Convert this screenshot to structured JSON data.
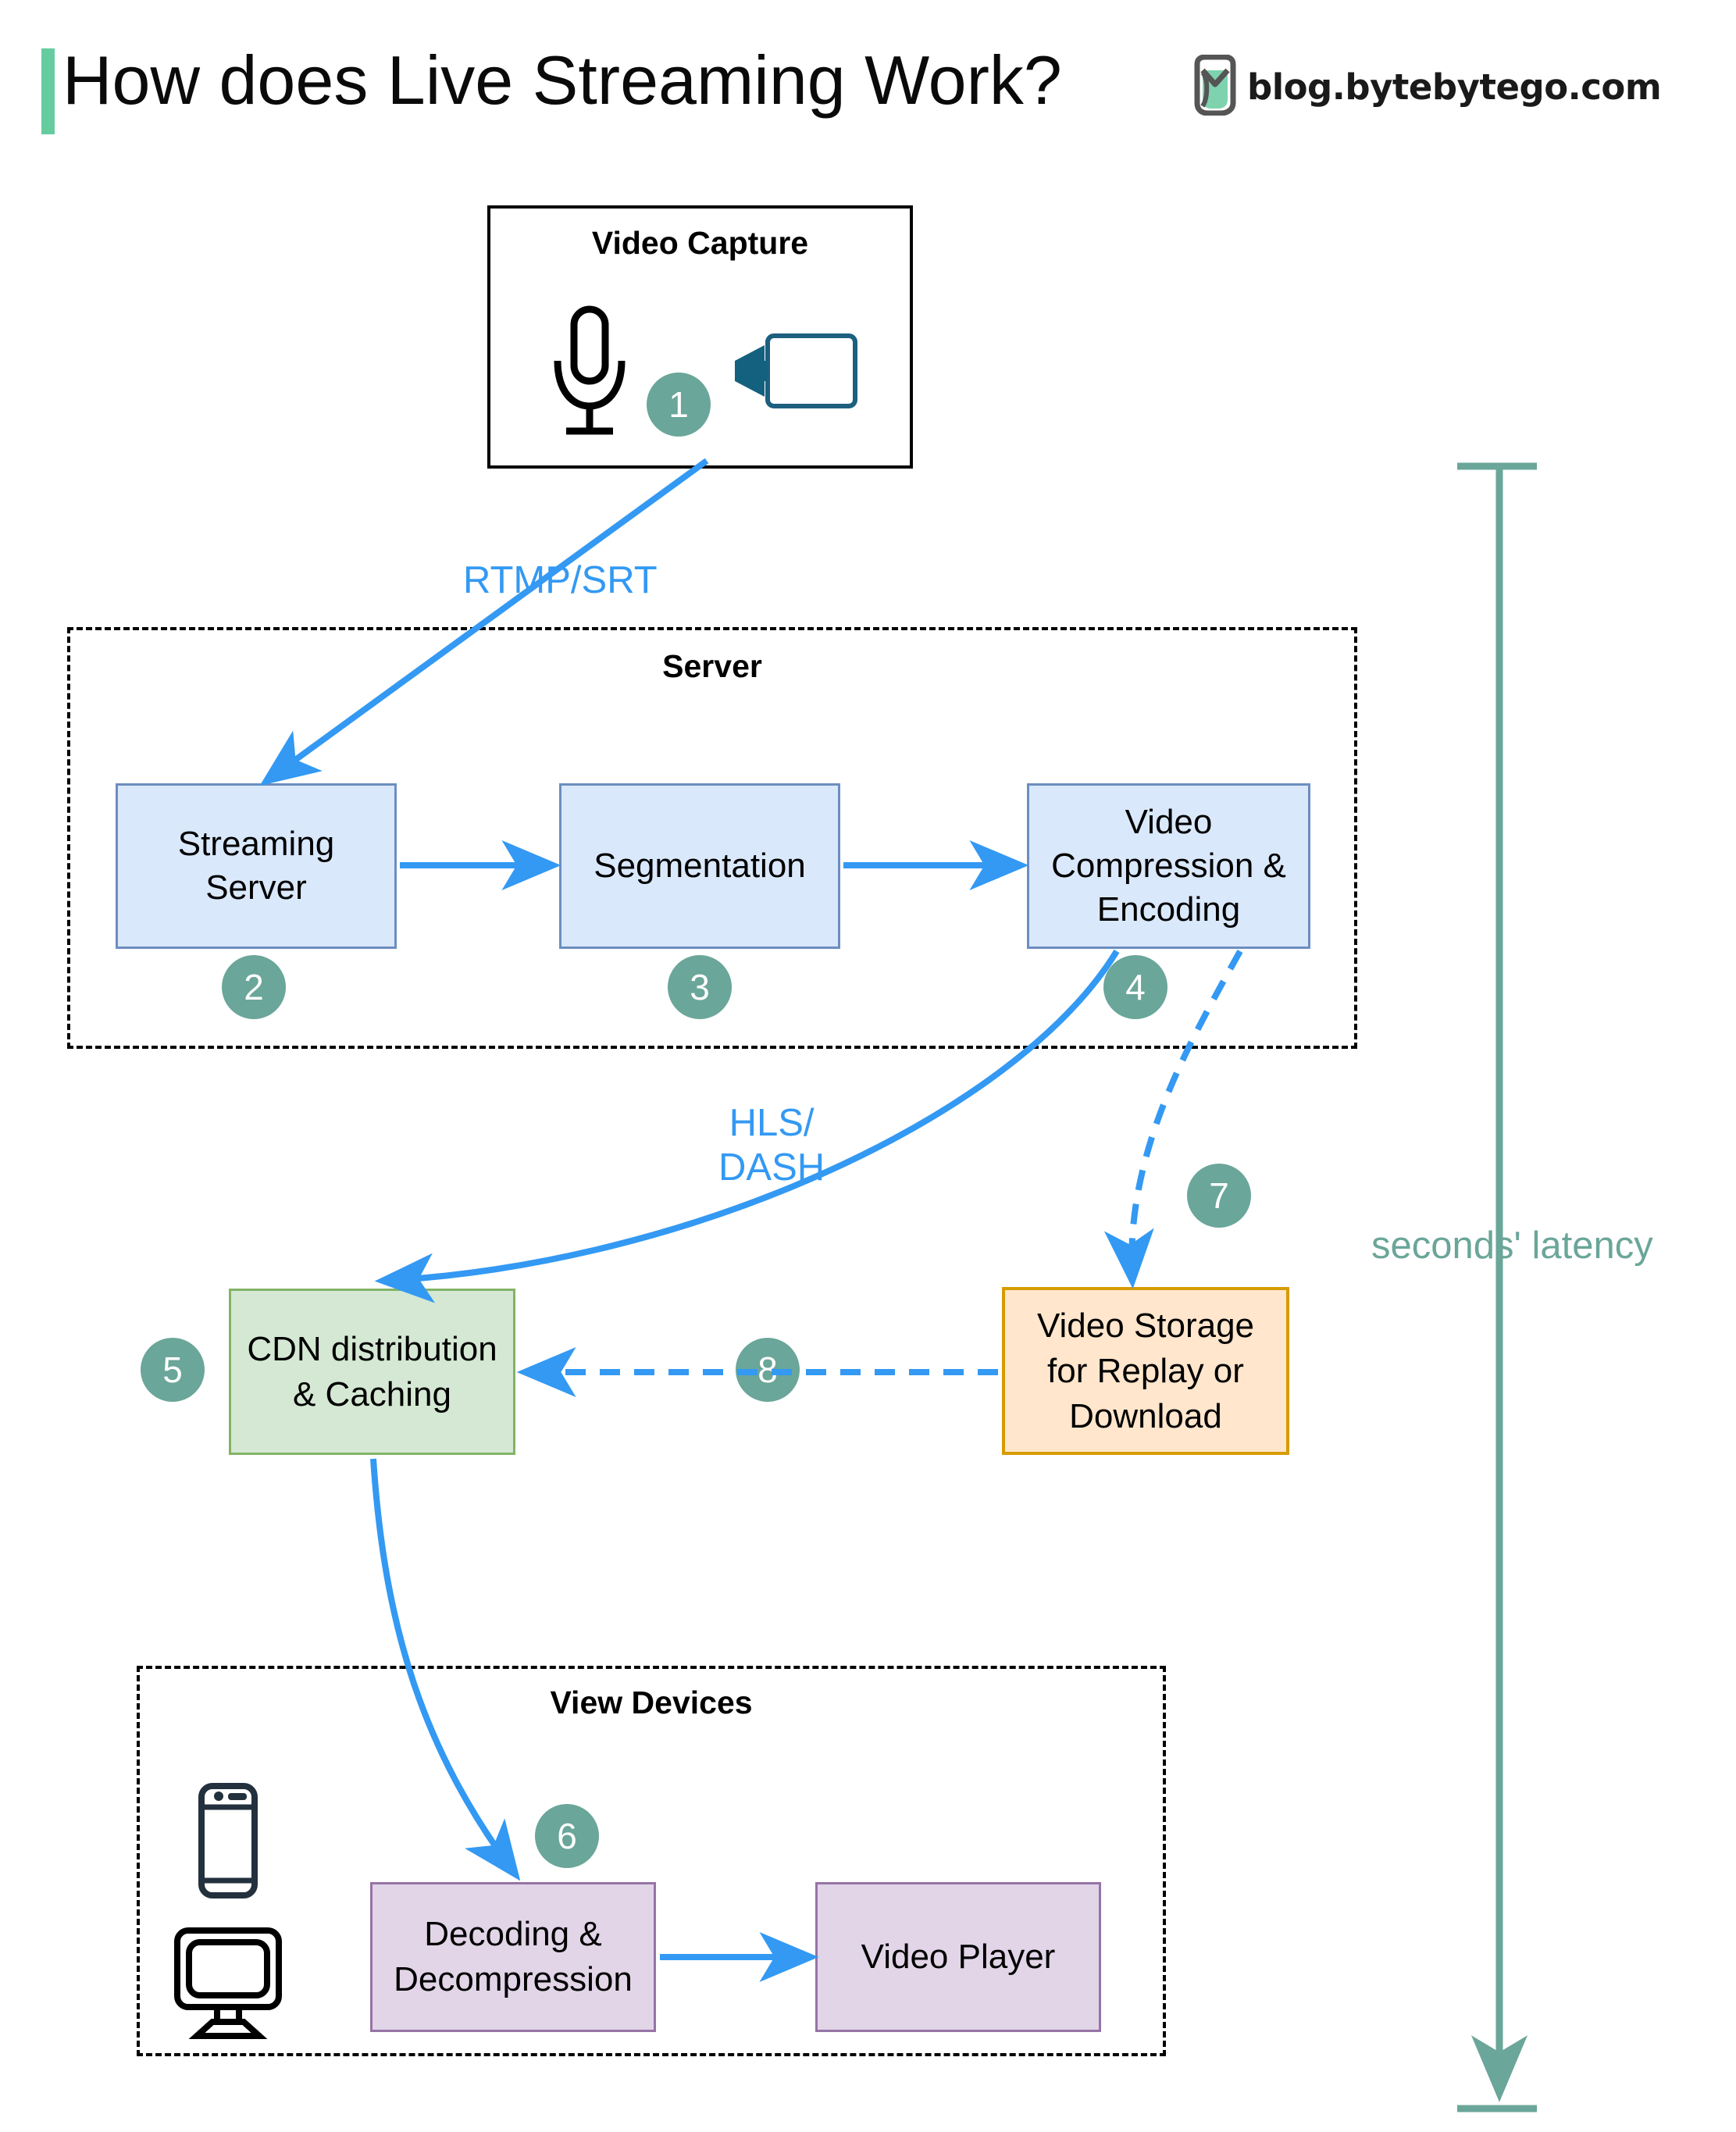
{
  "header": {
    "title": "How does Live Streaming Work?",
    "brand_text": "blog.bytebytego.com",
    "brand_icon": "bytebytego-logo-icon",
    "accent_color": "#66cc9f"
  },
  "colors": {
    "badge": "#6aa699",
    "arrow_blue": "#3399f3",
    "blue_fill": "#dae8fc",
    "blue_stroke": "#6c8ebf",
    "green_fill": "#d5e8d4",
    "green_stroke": "#82b366",
    "orange_fill": "#ffe6cc",
    "orange_stroke": "#d79b00",
    "purple_fill": "#e1d5e7",
    "purple_stroke": "#9673a6",
    "latency_teal": "#6aa699"
  },
  "groups": [
    {
      "id": "video-capture",
      "title": "Video Capture",
      "style": "solid"
    },
    {
      "id": "server",
      "title": "Server",
      "style": "dashed"
    },
    {
      "id": "view-devices",
      "title": "View Devices",
      "style": "dashed"
    }
  ],
  "nodes": [
    {
      "id": "streaming-server",
      "label": "Streaming\nServer",
      "fill": "blue"
    },
    {
      "id": "segmentation",
      "label": "Segmentation",
      "fill": "blue"
    },
    {
      "id": "video-compression",
      "label": "Video\nCompression &\nEncoding",
      "fill": "blue"
    },
    {
      "id": "cdn-distribution",
      "label": "CDN distribution\n& Caching",
      "fill": "green"
    },
    {
      "id": "video-storage",
      "label": "Video Storage\nfor Replay or\nDownload",
      "fill": "orange"
    },
    {
      "id": "decoding",
      "label": "Decoding &\nDecompression",
      "fill": "purple"
    },
    {
      "id": "video-player",
      "label": "Video Player",
      "fill": "purple"
    }
  ],
  "badges": [
    {
      "n": "1",
      "for": "video-capture"
    },
    {
      "n": "2",
      "for": "streaming-server"
    },
    {
      "n": "3",
      "for": "segmentation"
    },
    {
      "n": "4",
      "for": "video-compression"
    },
    {
      "n": "5",
      "for": "cdn-distribution"
    },
    {
      "n": "6",
      "for": "decoding"
    },
    {
      "n": "7",
      "for": "compression-to-storage"
    },
    {
      "n": "8",
      "for": "storage-to-cdn"
    }
  ],
  "edge_labels": [
    {
      "id": "rtmp-srt",
      "text": "RTMP/SRT"
    },
    {
      "id": "hls-dash",
      "text": "HLS/\nDASH"
    }
  ],
  "annotations": {
    "latency_label": "seconds' latency"
  },
  "icons": [
    {
      "id": "microphone-icon"
    },
    {
      "id": "video-camera-icon"
    },
    {
      "id": "smartphone-icon"
    },
    {
      "id": "desktop-monitor-icon"
    }
  ]
}
